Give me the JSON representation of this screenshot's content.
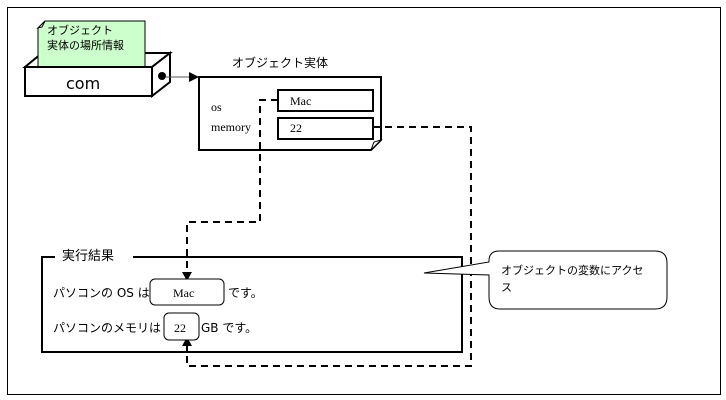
{
  "diagram": {
    "note": {
      "line1": "オブジェクト",
      "line2": "実体の場所情報",
      "fill": "#ccffcc"
    },
    "variable_box": {
      "label": "com"
    },
    "object_entity": {
      "title": "オブジェクト実体",
      "fields": [
        {
          "name": "os",
          "value": "Mac"
        },
        {
          "name": "memory",
          "value": "22"
        }
      ]
    },
    "result_panel": {
      "title": "実行結果",
      "line1_prefix": "パソコンの OS は",
      "line1_value": "Mac",
      "line1_suffix": "です。",
      "line2_prefix": "パソコンのメモリは",
      "line2_value": "22",
      "line2_suffix": "GB です。"
    },
    "callout": {
      "line1": "オブジェクトの変数にアクセ",
      "line2": "ス"
    }
  }
}
